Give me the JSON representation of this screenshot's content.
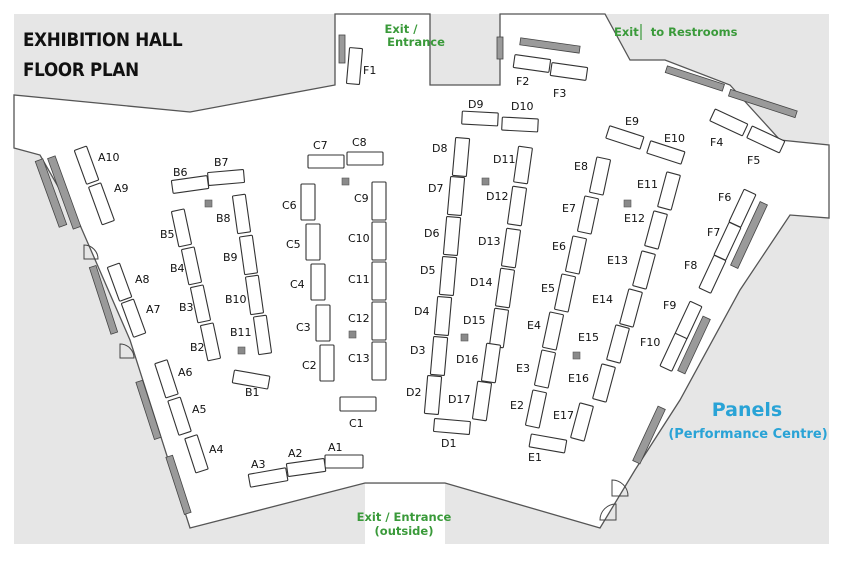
{
  "title": {
    "line1": "EXHIBITION HALL",
    "line2": "FLOOR PLAN"
  },
  "exits": {
    "top_line1": "Exit /",
    "top_line2": "Entrance",
    "restrooms": "Exit   to Restrooms",
    "bottom_line1": "Exit / Entrance",
    "bottom_line2": "(outside)"
  },
  "panels": {
    "title": "Panels",
    "subtitle": "(Performance Centre)"
  },
  "booths": [
    "A1",
    "A2",
    "A3",
    "A4",
    "A5",
    "A6",
    "A7",
    "A8",
    "A9",
    "A10",
    "B1",
    "B2",
    "B3",
    "B4",
    "B5",
    "B6",
    "B7",
    "B8",
    "B9",
    "B10",
    "B11",
    "C1",
    "C2",
    "C3",
    "C4",
    "C5",
    "C6",
    "C7",
    "C8",
    "C9",
    "C10",
    "C11",
    "C12",
    "C13",
    "D1",
    "D2",
    "D3",
    "D4",
    "D5",
    "D6",
    "D7",
    "D8",
    "D9",
    "D10",
    "D11",
    "D12",
    "D13",
    "D14",
    "D15",
    "D16",
    "D17",
    "E1",
    "E2",
    "E3",
    "E4",
    "E5",
    "E6",
    "E7",
    "E8",
    "E9",
    "E10",
    "E11",
    "E12",
    "E13",
    "E14",
    "E15",
    "E16",
    "E17",
    "F1",
    "F2",
    "F3",
    "F4",
    "F5",
    "F6",
    "F7",
    "F8",
    "F9",
    "F10"
  ],
  "colors": {
    "background_gray": "#e6e6e6",
    "exit_green": "#3a9a3a",
    "panels_blue": "#29a3d6"
  }
}
